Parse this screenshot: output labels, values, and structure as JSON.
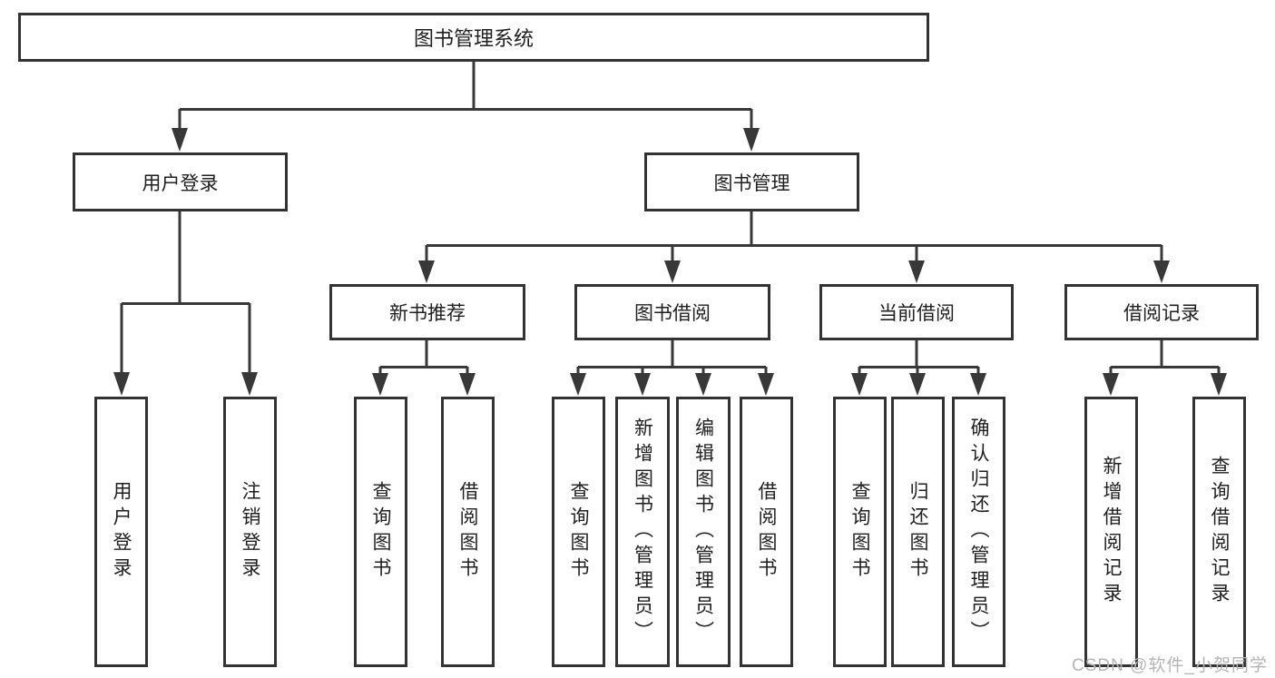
{
  "diagram_title": "图书管理系统",
  "nodes": {
    "root": "图书管理系统",
    "user_login": "用户登录",
    "book_management": "图书管理",
    "new_book_recommend": "新书推荐",
    "book_borrowing": "图书借阅",
    "current_borrowing": "当前借阅",
    "borrowing_records": "借阅记录",
    "leaf_user_login": "用户登录",
    "leaf_logout": "注销登录",
    "leaf_nbr_query_books": "查询图书",
    "leaf_nbr_borrow_books": "借阅图书",
    "leaf_bb_query_books": "查询图书",
    "leaf_bb_add_book_admin": "新增图书（管理员）",
    "leaf_bb_edit_book_admin": "编辑图书（管理员）",
    "leaf_bb_borrow_books": "借阅图书",
    "leaf_cb_query_books": "查询图书",
    "leaf_cb_return_books": "归还图书",
    "leaf_cb_confirm_return_admin": "确认归还（管理员）",
    "leaf_br_add_record": "新增借阅记录",
    "leaf_br_query_record": "查询借阅记录"
  },
  "hierarchy": [
    {
      "label": "图书管理系统",
      "children": [
        {
          "label": "用户登录",
          "children": [
            "用户登录",
            "注销登录"
          ]
        },
        {
          "label": "图书管理",
          "children": [
            {
              "label": "新书推荐",
              "children": [
                "查询图书",
                "借阅图书"
              ]
            },
            {
              "label": "图书借阅",
              "children": [
                "查询图书",
                "新增图书（管理员）",
                "编辑图书（管理员）",
                "借阅图书"
              ]
            },
            {
              "label": "当前借阅",
              "children": [
                "查询图书",
                "归还图书",
                "确认归还（管理员）"
              ]
            },
            {
              "label": "借阅记录",
              "children": [
                "新增借阅记录",
                "查询借阅记录"
              ]
            }
          ]
        }
      ]
    }
  ],
  "watermark": "CSDN @软件_小贺同学",
  "colors": {
    "line": "#383838",
    "box_border": "#333333",
    "text": "#1f1f1f",
    "watermark": "#b5b5b5",
    "background": "#ffffff"
  }
}
